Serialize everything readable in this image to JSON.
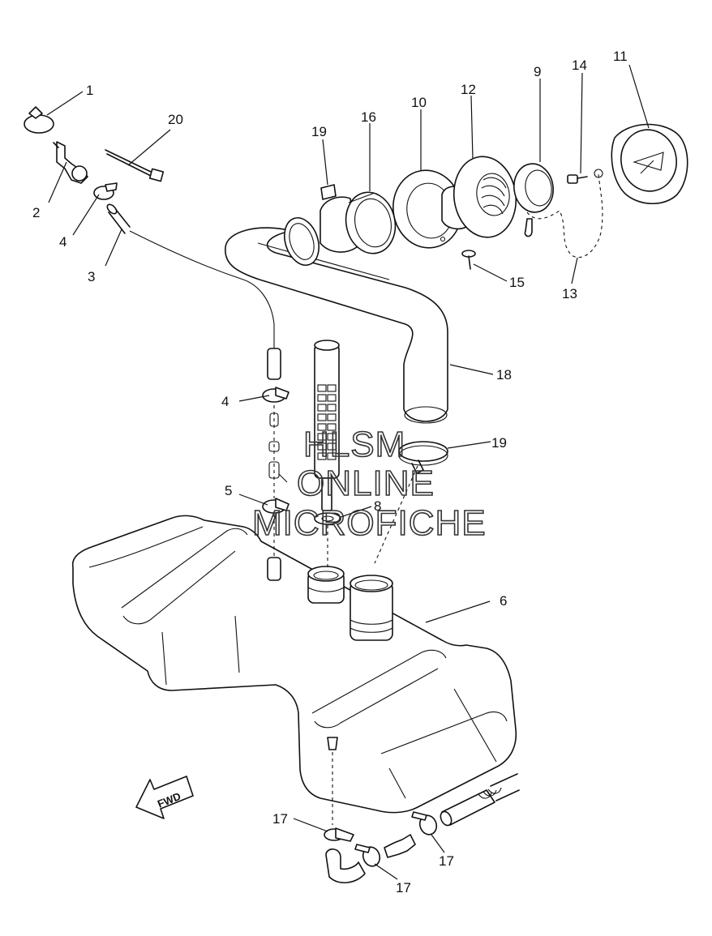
{
  "watermark": {
    "lines": [
      "HLSM",
      "ONLINE",
      "MICROFICHE"
    ]
  },
  "direction_arrow": {
    "label": "FWD",
    "icon": "fwd-arrow-icon"
  },
  "callouts": [
    {
      "id": "c1",
      "label": "1"
    },
    {
      "id": "c2",
      "label": "2"
    },
    {
      "id": "c3",
      "label": "3"
    },
    {
      "id": "c4a",
      "label": "4"
    },
    {
      "id": "c4b",
      "label": "4"
    },
    {
      "id": "c5",
      "label": "5"
    },
    {
      "id": "c6",
      "label": "6"
    },
    {
      "id": "c8",
      "label": "8"
    },
    {
      "id": "c9",
      "label": "9"
    },
    {
      "id": "c10",
      "label": "10"
    },
    {
      "id": "c11",
      "label": "11"
    },
    {
      "id": "c12",
      "label": "12"
    },
    {
      "id": "c13",
      "label": "13"
    },
    {
      "id": "c14",
      "label": "14"
    },
    {
      "id": "c15",
      "label": "15"
    },
    {
      "id": "c16",
      "label": "16"
    },
    {
      "id": "c17a",
      "label": "17"
    },
    {
      "id": "c17b",
      "label": "17"
    },
    {
      "id": "c17c",
      "label": "17"
    },
    {
      "id": "c18",
      "label": "18"
    },
    {
      "id": "c19a",
      "label": "19"
    },
    {
      "id": "c19b",
      "label": "19"
    },
    {
      "id": "c20",
      "label": "20"
    }
  ],
  "colors": {
    "line": "#111111",
    "background": "#ffffff"
  }
}
